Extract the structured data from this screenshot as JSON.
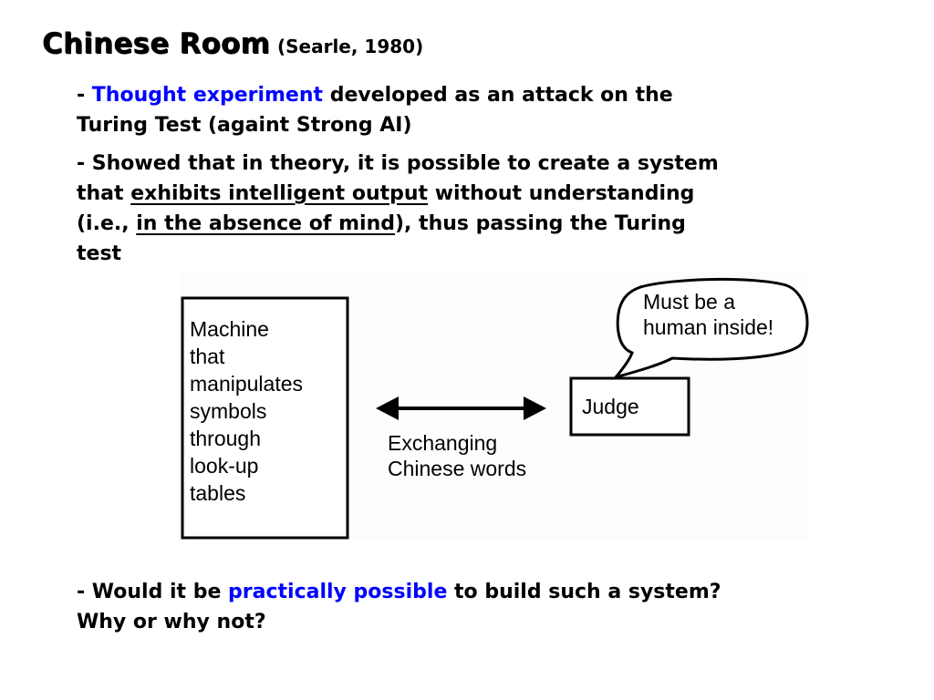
{
  "title": {
    "main": "Chinese Room",
    "citation": "(Searle, 1980)"
  },
  "bullets": {
    "b1": {
      "dash": "- ",
      "highlight": "Thought experiment",
      "line1_rest": " developed as an attack on the",
      "line2": "Turing Test (againt Strong AI)"
    },
    "b2": {
      "line1": "- Showed that in theory, it is possible to create a system",
      "line2_pre": "that ",
      "line2_u": "exhibits intelligent output",
      "line2_post": " without understanding",
      "line3_pre": "(i.e., ",
      "line3_u": "in the absence of mind",
      "line3_post": "), thus passing the Turing",
      "line4": "test"
    },
    "b3": {
      "pre": "- Would it be ",
      "highlight": "practically possible",
      "post": " to build such a system?",
      "line2": "Why or why not?"
    }
  },
  "figure": {
    "machine_lines": [
      "Machine",
      "that",
      "manipulates",
      "symbols",
      "through",
      "look-up",
      "tables"
    ],
    "judge": "Judge",
    "exchange_lines": [
      "Exchanging",
      "Chinese words"
    ],
    "bubble_lines": [
      "Must be a",
      "human inside!"
    ]
  },
  "colors": {
    "highlight": "#0000ff",
    "text": "#000000",
    "background": "#ffffff"
  }
}
